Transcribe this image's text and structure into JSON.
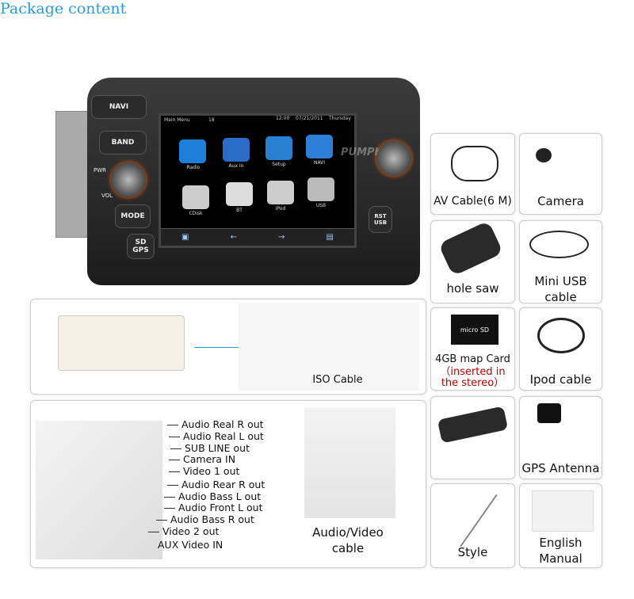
{
  "title": "Package content",
  "stereo": {
    "buttons": {
      "navi": "NAVI",
      "band": "BAND",
      "pwr": "PWR",
      "vol": "VOL",
      "mode": "MODE",
      "sd": "SD",
      "gps": "GPS",
      "rst": "RST",
      "usb": "USB"
    },
    "watermark": "PUMPKIN",
    "screen": {
      "menu": "Main Menu",
      "num": "18",
      "time": "12:00",
      "date": "07/21/2011",
      "day": "Thursday",
      "apps": [
        "Radio",
        "Aux In",
        "Setup",
        "NAVI",
        "CDisk",
        "BT",
        "iPod",
        "USB"
      ]
    }
  },
  "iso": {
    "caption": "ISO Cable"
  },
  "av": {
    "caption1": "Audio/Video",
    "caption2": "cable",
    "labels": [
      "Audio Real R out",
      "Audio Real L out",
      "SUB LINE out",
      "Camera IN",
      "Video 1 out",
      "Audio Rear R out",
      "Audio Bass L  out",
      "Audio Front L   out",
      "Audio Bass R  out",
      "Video 2  out",
      "AUX Video IN"
    ]
  },
  "items": [
    {
      "caption": "AV Cable(6 M)"
    },
    {
      "caption": "Camera"
    },
    {
      "caption": "hole saw"
    },
    {
      "caption": "Mini USB cable"
    },
    {
      "caption": "4GB map Card",
      "note1": "（inserted in",
      "note2": "the stereo）",
      "card_text": "micro SD"
    },
    {
      "caption": "Ipod cable"
    },
    {
      "caption": "GPS Antenna"
    },
    {
      "caption": "Style"
    },
    {
      "caption": "English Manual"
    }
  ]
}
